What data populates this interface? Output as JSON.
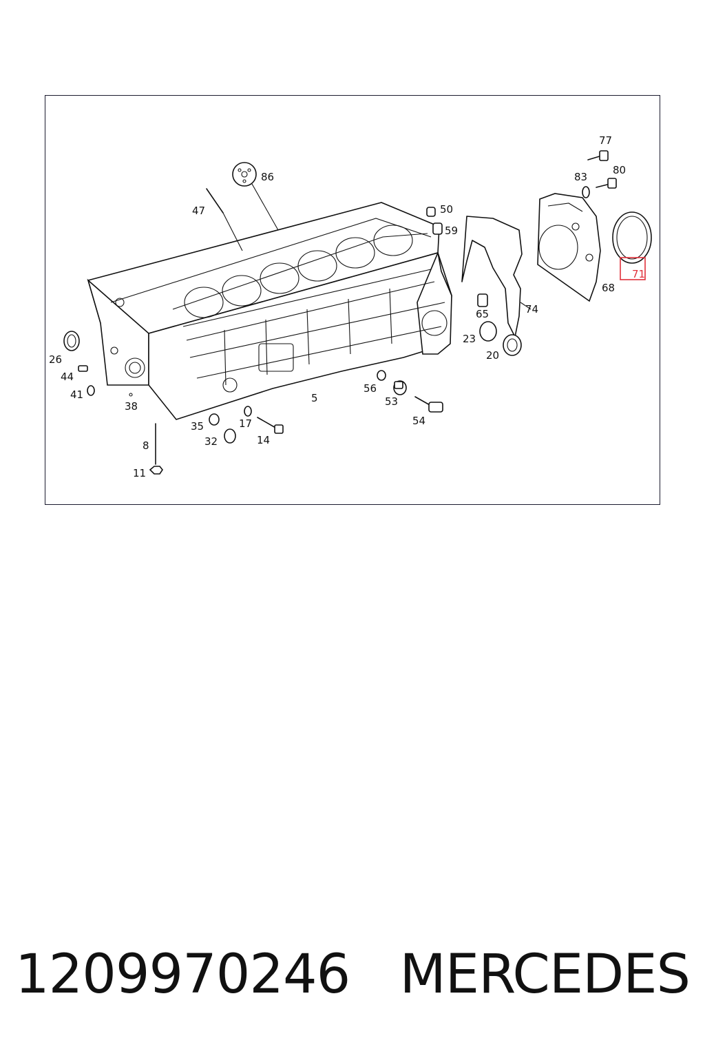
{
  "labels": {
    "l86": "86",
    "l47": "47",
    "l50": "50",
    "l59": "59",
    "l77": "77",
    "l83": "83",
    "l80": "80",
    "l71": "71",
    "l68": "68",
    "l74": "74",
    "l65": "65",
    "l23": "23",
    "l20": "20",
    "l26": "26",
    "l44": "44",
    "l41": "41",
    "l38": "38",
    "l5": "5",
    "l56": "56",
    "l53": "53",
    "l54": "54",
    "l35": "35",
    "l17": "17",
    "l14": "14",
    "l32": "32",
    "l8": "8",
    "l11": "11"
  },
  "highlight": {
    "label": "71",
    "color": "#e0303a"
  },
  "footer": {
    "part_number": "1209970246",
    "brand": "MERCEDES"
  }
}
